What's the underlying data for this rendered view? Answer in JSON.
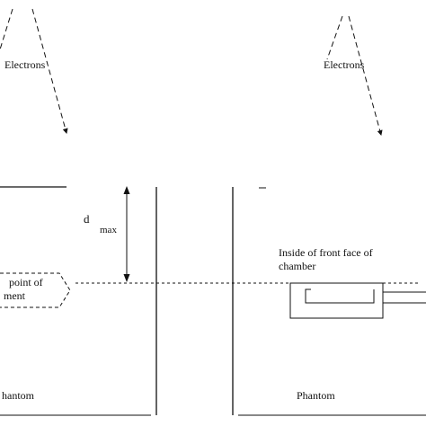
{
  "labels": {
    "electrons_left": "Electrons",
    "electrons_right": "Electrons",
    "d_symbol": "d",
    "d_subscript": "max",
    "point_line1": "point of",
    "point_line2": "ment",
    "front_face_line1": "Inside of front face of",
    "front_face_line2": "chamber",
    "phantom_left": "hantom",
    "phantom_right": "Phantom"
  },
  "colors": {
    "ink": "#111111",
    "background": "#ffffff"
  }
}
